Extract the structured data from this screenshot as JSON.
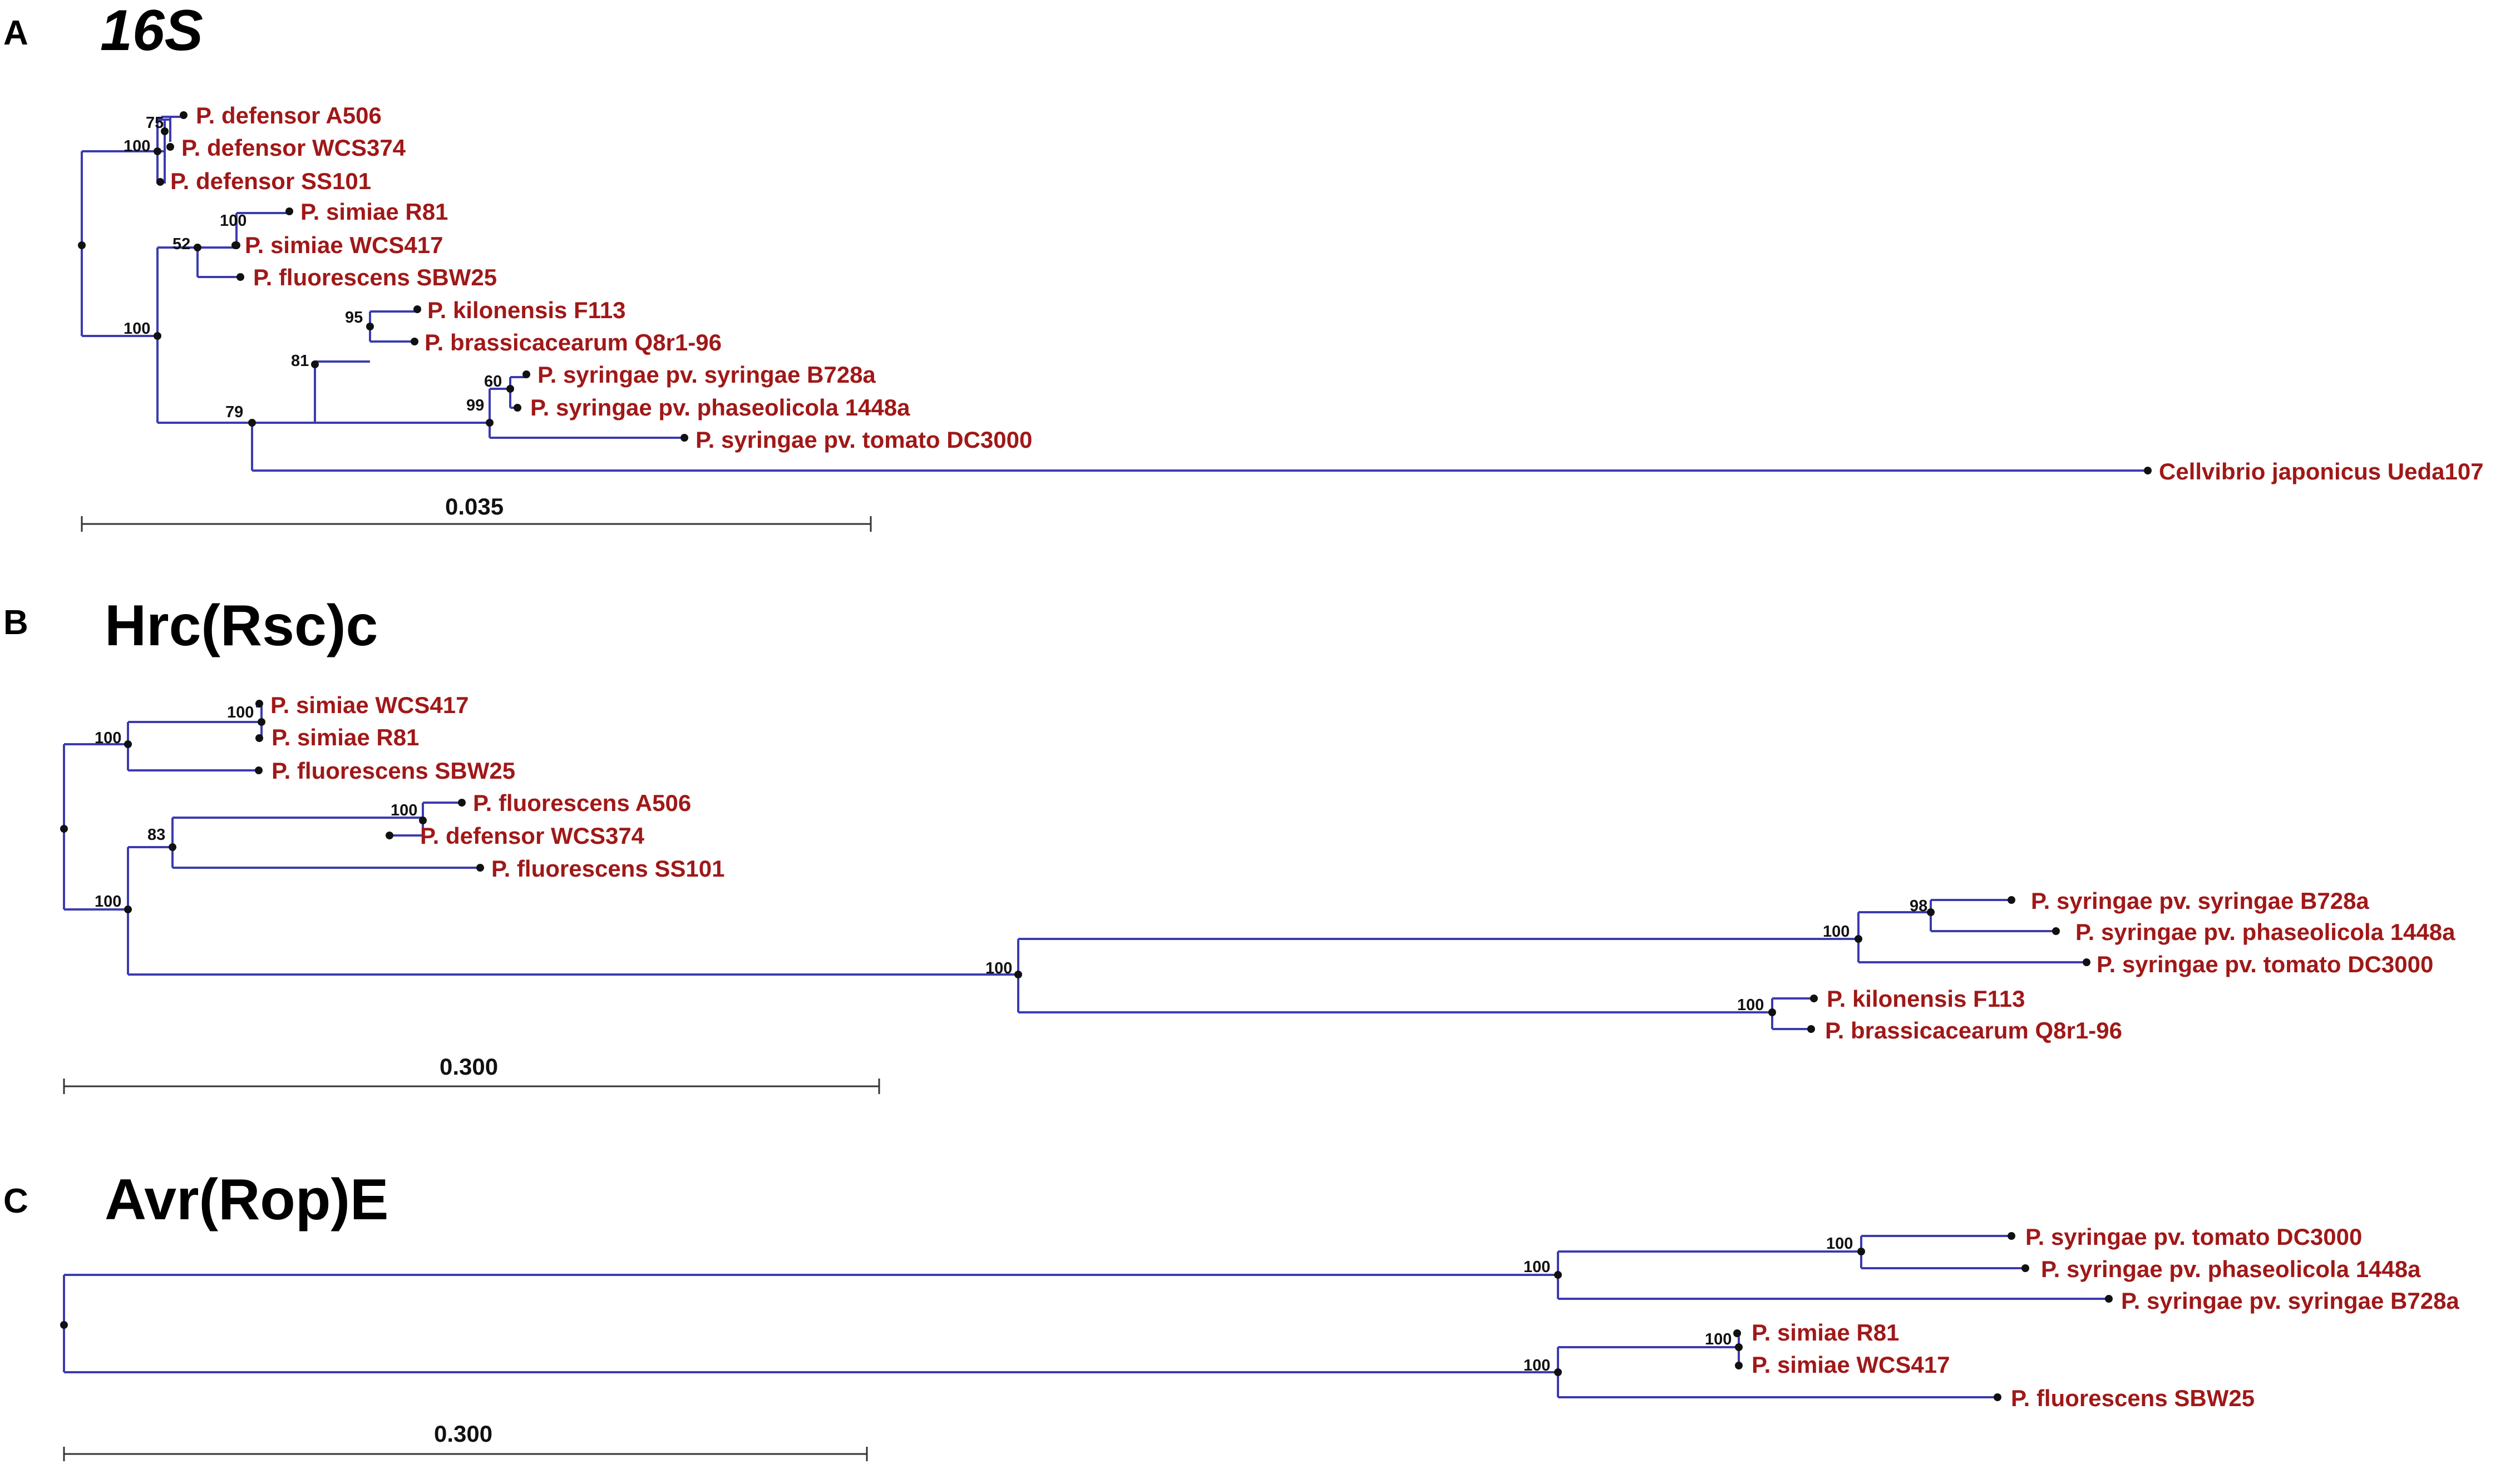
{
  "panels": [
    {
      "id": "A",
      "letter": "A",
      "title": "16S",
      "title_italic": true,
      "scale_label": "0.035",
      "leaves": [
        "P. defensor A506",
        "P. defensor WCS374",
        "P. defensor SS101",
        "P. simiae R81",
        "P. simiae WCS417",
        "P. fluorescens SBW25",
        "P. kilonensis F113",
        "P. brassicacearum Q8r1-96",
        "P. syringae pv. syringae B728a",
        "P. syringae pv. phaseolicola 1448a",
        "P. syringae pv. tomato DC3000",
        "Cellvibrio japonicus Ueda107"
      ],
      "supports": [
        "75",
        "100",
        "100",
        "52",
        "95",
        "81",
        "60",
        "99",
        "79",
        "100"
      ]
    },
    {
      "id": "B",
      "letter": "B",
      "title": "Hrc(Rsc)c",
      "title_italic": false,
      "scale_label": "0.300",
      "leaves": [
        "P. simiae WCS417",
        "P. simiae R81",
        "P. fluorescens SBW25",
        "P. fluorescens A506",
        "P. defensor WCS374",
        "P. fluorescens SS101",
        "P. syringae pv. syringae B728a",
        "P. syringae pv. phaseolicola 1448a",
        "P. syringae pv. tomato DC3000",
        "P. kilonensis F113",
        "P. brassicacearum Q8r1-96"
      ],
      "supports": [
        "100",
        "100",
        "100",
        "83",
        "100",
        "98",
        "100",
        "100",
        "100"
      ]
    },
    {
      "id": "C",
      "letter": "C",
      "title": "Avr(Rop)E",
      "title_italic": false,
      "scale_label": "0.300",
      "leaves": [
        "P. syringae pv. tomato DC3000",
        "P. syringae pv. phaseolicola 1448a",
        "P. syringae pv. syringae B728a",
        "P. simiae R81",
        "P. simiae WCS417",
        "P. fluorescens SBW25"
      ],
      "supports": [
        "100",
        "100",
        "100",
        "100"
      ]
    }
  ],
  "colors": {
    "branch": "#3b3bb0",
    "leaf_label": "#a01818",
    "node": "#111111",
    "text": "#000000"
  }
}
